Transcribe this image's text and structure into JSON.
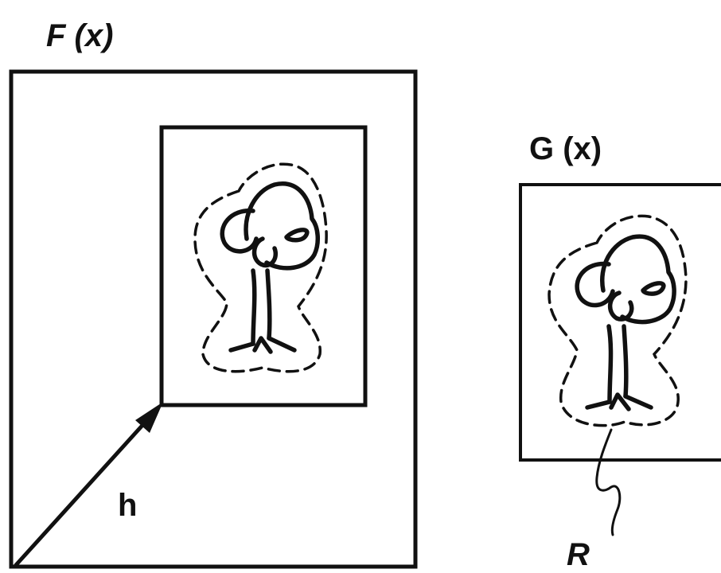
{
  "labels": {
    "f_label": "F (x)",
    "g_label": "G (x)",
    "h_label": "h",
    "r_label": "R"
  },
  "colors": {
    "ink": "#111111",
    "background": "#ffffff"
  }
}
